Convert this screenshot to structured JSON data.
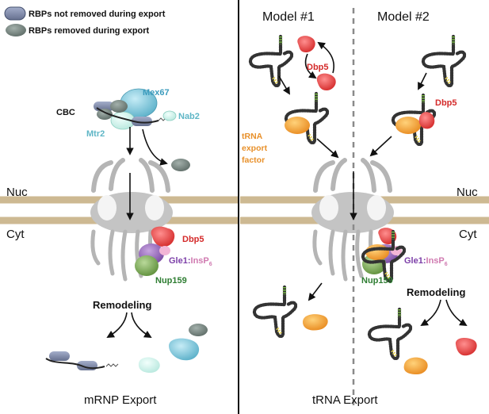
{
  "legend": {
    "not_removed": "RBPs not removed during export",
    "removed": "RBPs removed during export"
  },
  "left": {
    "cbc": "CBC",
    "mex67": "Mex67",
    "mtr2": "Mtr2",
    "nab2": "Nab2",
    "dbp5": "Dbp5",
    "gle1": "Gle1:",
    "insp": "InsP",
    "insp_sub": "6",
    "nup159": "Nup159",
    "remodeling": "Remodeling",
    "caption": "mRNP Export"
  },
  "right": {
    "model1": "Model #1",
    "model2": "Model #2",
    "dbp5_m1": "Dbp5",
    "dbp5_m2": "Dbp5",
    "trna_factor_1": "tRNA",
    "trna_factor_2": "export",
    "trna_factor_3": "factor",
    "gle1": "Gle1:",
    "insp": "InsP",
    "insp_sub": "6",
    "nup159": "Nup159",
    "remodeling": "Remodeling",
    "caption": "tRNA Export"
  },
  "membrane": {
    "nuc_left": "Nuc",
    "cyt_left": "Cyt",
    "nuc_right": "Nuc",
    "cyt_right": "Cyt"
  },
  "colors": {
    "rbp_kept": "#7b86a8",
    "rbp_removed": "#6f7d78",
    "mex67": "#6fb9cf",
    "mtr2": "#c9efe8",
    "dbp5": "#e0393a",
    "gle1": "#8a58b0",
    "nup159": "#6a9a45",
    "trna_factor": "#f0a030",
    "membrane": "#cdb992",
    "pore": "#bdbdbd",
    "label_blue": "#3b9bbd",
    "label_red": "#d42a2a",
    "label_purple": "#7c3fa8",
    "label_pink": "#d07ab0",
    "label_green": "#2e7d32",
    "label_orange": "#e8902a"
  }
}
